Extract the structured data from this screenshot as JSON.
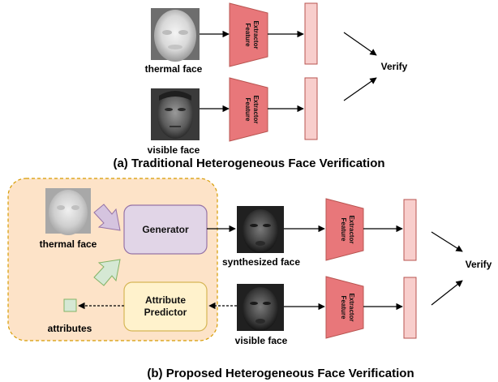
{
  "part_a": {
    "caption": "(a) Traditional Heterogeneous Face Verification",
    "thermal_label": "thermal face",
    "visible_label": "visible face",
    "extractor_line1": "Feature",
    "extractor_line2": "Extractor",
    "verify_label": "Verify"
  },
  "part_b": {
    "caption": "(b) Proposed Heterogeneous Face Verification",
    "thermal_label": "thermal face",
    "generator_label": "Generator",
    "attribute_predictor_line1": "Attribute",
    "attribute_predictor_line2": "Predictor",
    "attributes_label": "attributes",
    "synthesized_label": "synthesized face",
    "visible_label": "visible face",
    "extractor_line1": "Feature",
    "extractor_line2": "Extractor",
    "verify_label": "Verify"
  },
  "colors": {
    "extractor_fill": "#e8777a",
    "extractor_stroke": "#b85450",
    "feature_bar_fill": "#f8cecc",
    "feature_bar_stroke": "#b85450",
    "region_fill": "#fde3c8",
    "region_stroke": "#d79b00",
    "generator_fill": "#e1d5e7",
    "generator_stroke": "#9673a6",
    "predictor_fill": "#fff2cc",
    "predictor_stroke": "#d6b656",
    "attr_fill": "#d5e8d4",
    "attr_stroke": "#82b366",
    "arrow_fill": "#d5e8d4"
  }
}
